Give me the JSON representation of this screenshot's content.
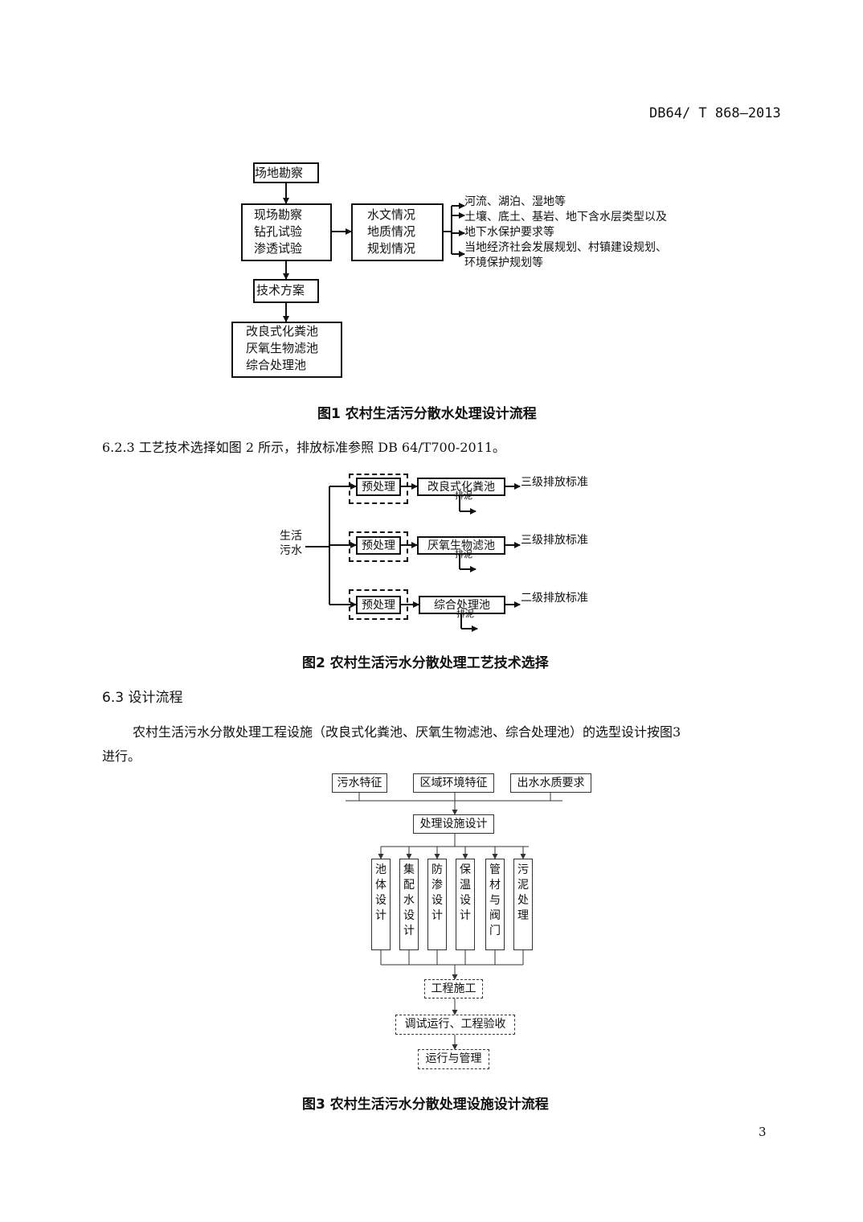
{
  "header": {
    "code": "DB64/ T 868—2013"
  },
  "figure1": {
    "caption": "图1   农村生活污分散水处理设计流程",
    "box_survey": "场地勘察",
    "box_tests": [
      "现场勘察",
      "钻孔试验",
      "渗透试验"
    ],
    "box_conditions": [
      "水文情况",
      "地质情况",
      "规划情况"
    ],
    "box_plan": "技术方案",
    "box_facilities": [
      "改良式化粪池",
      "厌氧生物滤池",
      "综合处理池"
    ],
    "notes": [
      "河流、湖泊、湿地等",
      "土壤、底土、基岩、地下含水层类型以及",
      "地下水保护要求等",
      "当地经济社会发展规划、村镇建设规划、",
      "环境保护规划等"
    ]
  },
  "section_623": {
    "text": "6.2.3   工艺技术选择如图 2 所示，排放标准参照 DB 64/T700-2011。"
  },
  "figure2": {
    "caption": "图2   农村生活污水分散处理工艺技术选择",
    "source_label": [
      "生活",
      "污水"
    ],
    "rows": [
      {
        "pre": "预处理",
        "unit": "改良式化粪池",
        "sludge": "排泥",
        "standard": "三级排放标准"
      },
      {
        "pre": "预处理",
        "unit": "厌氧生物滤池",
        "sludge": "排泥",
        "standard": "三级排放标准"
      },
      {
        "pre": "预处理",
        "unit": "综合处理池",
        "sludge": "排泥",
        "standard": "二级排放标准"
      }
    ]
  },
  "section_63": {
    "heading": "6.3   设计流程",
    "paragraph_line1": "农村生活污水分散处理工程设施（改良式化粪池、厌氧生物滤池、综合处理池）的选型设计按图3",
    "paragraph_line2": "进行。"
  },
  "figure3": {
    "caption": "图3   农村生活污水分散处理设施设计流程",
    "inputs": [
      "污水特征",
      "区域环境特征",
      "出水水质要求"
    ],
    "design": "处理设施设计",
    "columns": [
      [
        "池",
        "体",
        "设",
        "计"
      ],
      [
        "集",
        "配",
        "水",
        "设",
        "计"
      ],
      [
        "防",
        "渗",
        "设",
        "计"
      ],
      [
        "保",
        "温",
        "设",
        "计"
      ],
      [
        "管",
        "材",
        "与",
        "阀",
        "门"
      ],
      [
        "污",
        "泥",
        "处",
        "理"
      ]
    ],
    "construction": "工程施工",
    "commissioning": "调试运行、工程验收",
    "operation": "运行与管理"
  },
  "footer": {
    "page_number": "3"
  }
}
